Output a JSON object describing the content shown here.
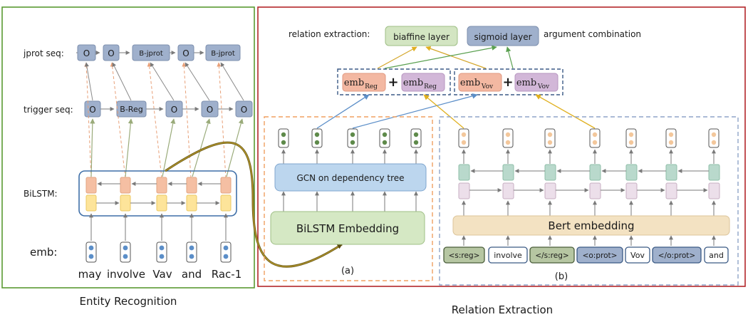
{
  "panels": {
    "entity_caption": "Entity Recognition",
    "relation_caption": "Relation Extraction",
    "sub_a": "(a)",
    "sub_b": "(b)"
  },
  "entity": {
    "row_labels": {
      "jprot": "jprot seq:",
      "trigger": "trigger seq:",
      "bilstm": "BiLSTM:",
      "emb": "emb:"
    },
    "words": [
      "may",
      "involve",
      "Vav",
      "and",
      "Rac-1"
    ],
    "trigger_tags": [
      "O",
      "B-Reg",
      "O",
      "O",
      "O"
    ],
    "jprot_tags": [
      "O",
      "O",
      "B-jprot",
      "O",
      "B-jprot"
    ]
  },
  "relation": {
    "relation_extraction_label": "relation extraction:",
    "argument_combination_label": "argument combination",
    "biaffine_label": "biaffine layer",
    "sigmoid_label": "sigmoid layer",
    "plus": "+",
    "emb_word": "emb",
    "subscripts": [
      "Reg",
      "Reg",
      "Vov",
      "Vov"
    ],
    "gcn_label": "GCN on dependency tree",
    "bilstm_embedding_label": "BiLSTM Embedding",
    "bert_label": "Bert embedding",
    "bert_tokens": [
      "<s:reg>",
      "involve",
      "</s:reg>",
      "<o:prot>",
      "Vov",
      "</o:prot>",
      "and"
    ]
  },
  "colors": {
    "green_frame": "#5a9a32",
    "red_frame": "#b3262a",
    "tag_box": "#9fb0cc",
    "lstm_fwd": "#fde49a",
    "lstm_bwd": "#f5bfa3",
    "gcn_fill": "#bcd6ee",
    "bilstm_emb_fill": "#d5e8c4",
    "bert_fill": "#f3e2c2",
    "biaffine_fill": "#d3e5c2",
    "sigmoid_fill": "#9fb0cc",
    "emb_reg_fill": "#f3b8a2",
    "emb_right_fill": "#d2b7d8",
    "token_green": "#b6c6a2",
    "token_blue": "#9fb0cc"
  }
}
